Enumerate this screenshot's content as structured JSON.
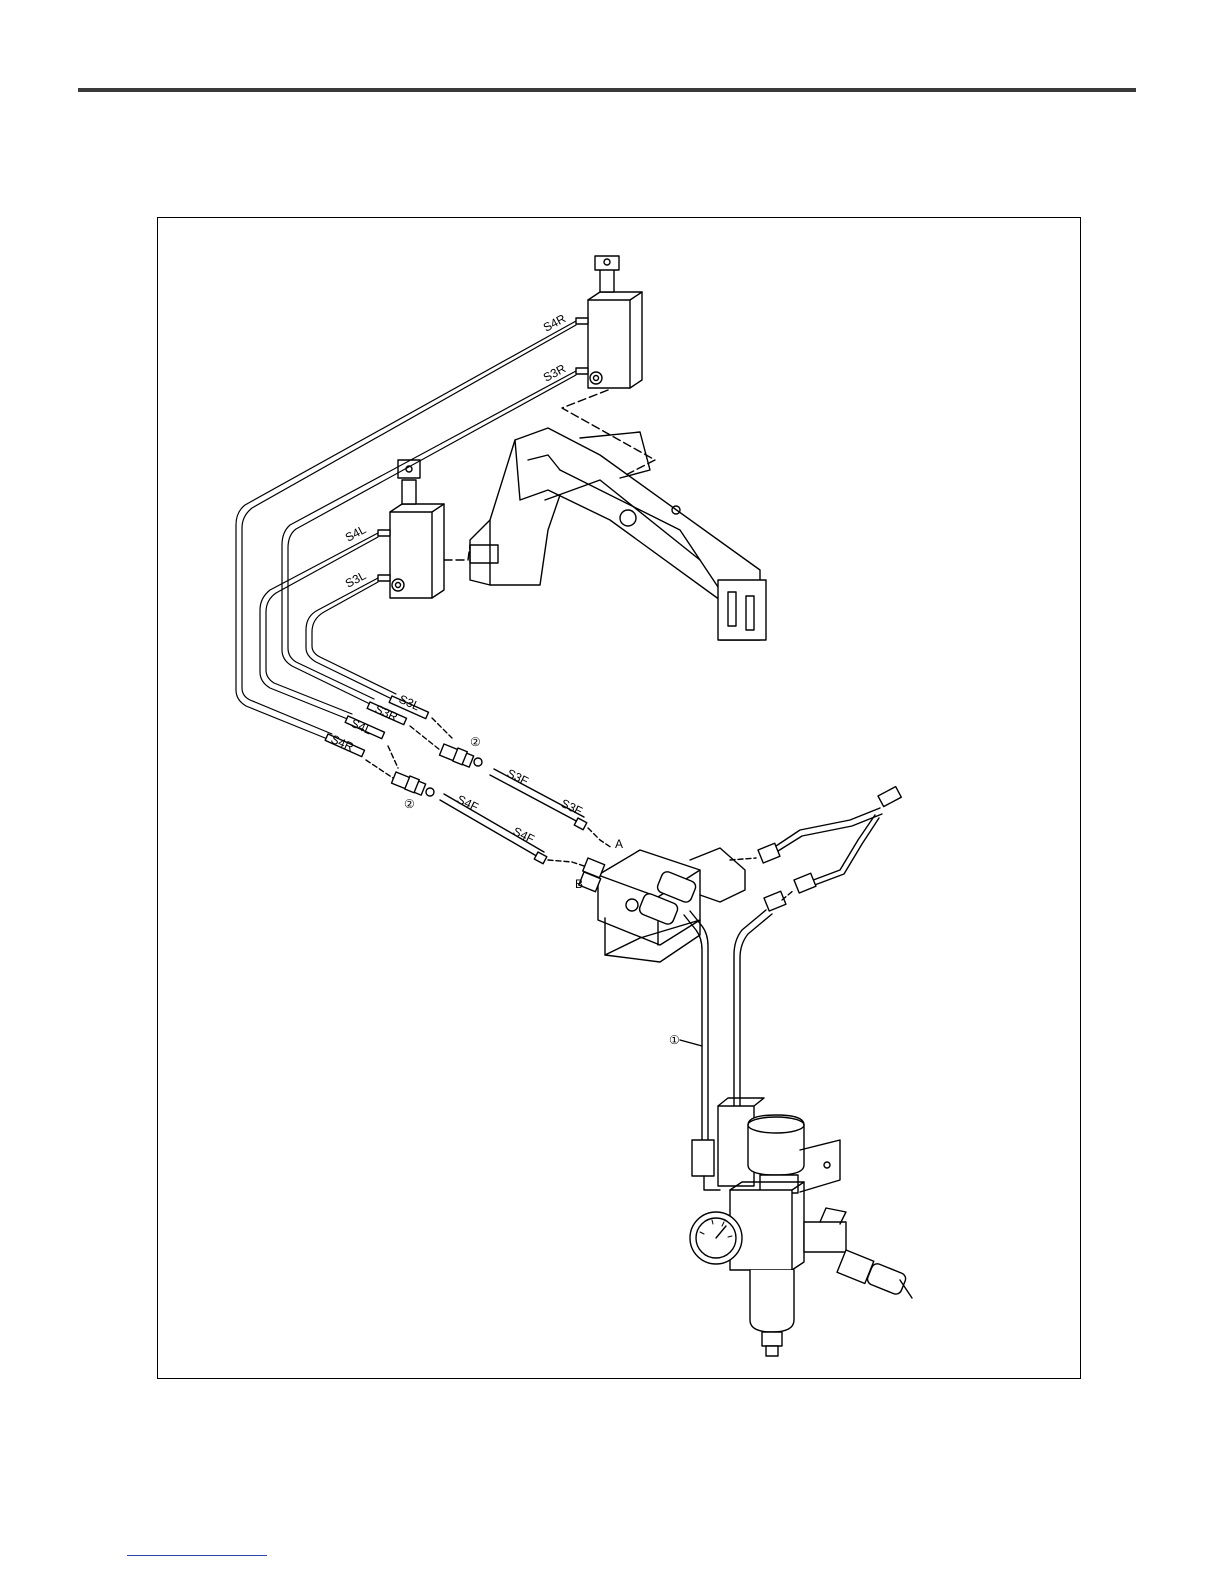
{
  "hose_labels": {
    "s4r_top": "S4R",
    "s3r_top": "S3R",
    "s4l_top": "S4L",
    "s3l_top": "S3L",
    "s3l_mid": "S3L",
    "s3r_mid": "S3R",
    "s4l_mid": "S4L",
    "s4r_mid": "S4R",
    "s3f_a": "S3F",
    "s3f_b": "S3F",
    "s4f_a": "S4F",
    "s4f_b": "S4F"
  },
  "port_labels": {
    "a": "A",
    "b": "B"
  },
  "callouts": {
    "fitting_upper": "②",
    "fitting_lower": "②",
    "air_hose": "①"
  }
}
